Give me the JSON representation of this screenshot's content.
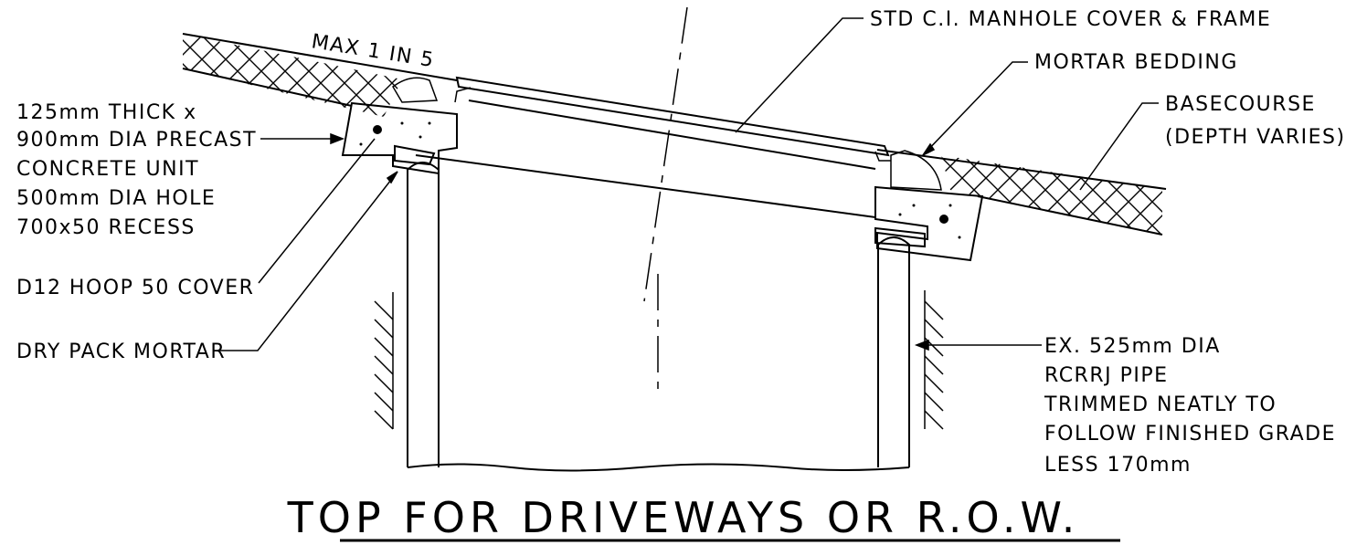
{
  "title": "TOP FOR DRIVEWAYS OR R.O.W.",
  "labels": {
    "slope": "MAX 1 IN 5",
    "cover": "STD C.I. MANHOLE COVER & FRAME",
    "mortar_bedding": "MORTAR BEDDING",
    "basecourse_1": "BASECOURSE",
    "basecourse_2": "(DEPTH VARIES)",
    "precast_1": "125mm THICK x",
    "precast_2": "900mm DIA PRECAST",
    "precast_3": "CONCRETE UNIT",
    "precast_4": "500mm DIA HOLE",
    "precast_5": "700x50 RECESS",
    "hoop": "D12 HOOP 50 COVER",
    "dry_pack": "DRY PACK MORTAR",
    "pipe_1": "EX. 525mm DIA",
    "pipe_2": "RCRRJ PIPE",
    "pipe_3": "TRIMMED NEATLY TO",
    "pipe_4": "FOLLOW FINISHED GRADE",
    "pipe_5": "LESS 170mm"
  }
}
